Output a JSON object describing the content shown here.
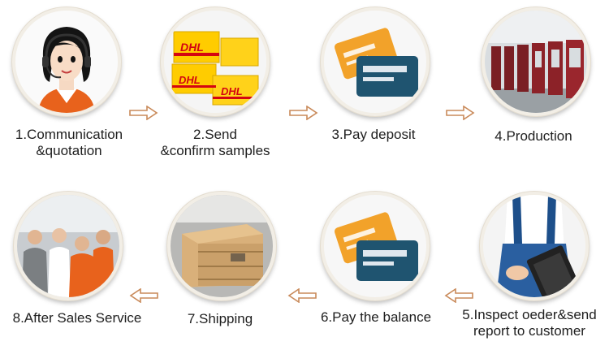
{
  "steps": [
    {
      "line1": "1.Communication",
      "line2": "&quotation",
      "icon": "customer-service-icon"
    },
    {
      "line1": "2.Send",
      "line2": "&confirm samples",
      "icon": "sample-boxes-icon"
    },
    {
      "line1": "3.Pay deposit",
      "line2": "",
      "icon": "credit-card-icon"
    },
    {
      "line1": "4.Production",
      "line2": "",
      "icon": "factory-machines-icon"
    },
    {
      "line1": "5.Inspect oeder&send",
      "line2": "report to customer",
      "icon": "inspection-clipboard-icon"
    },
    {
      "line1": "6.Pay the balance",
      "line2": "",
      "icon": "credit-card-icon"
    },
    {
      "line1": "7.Shipping",
      "line2": "",
      "icon": "wooden-crate-icon"
    },
    {
      "line1": "8.After Sales Service",
      "line2": "",
      "icon": "team-photo-icon"
    }
  ],
  "box_text": "DHL",
  "colors": {
    "arrow": "#c98a5a",
    "card_orange": "#f2a22a",
    "card_blue": "#1f5470",
    "dhl_yellow": "#ffcc00",
    "dhl_red": "#d40511"
  }
}
